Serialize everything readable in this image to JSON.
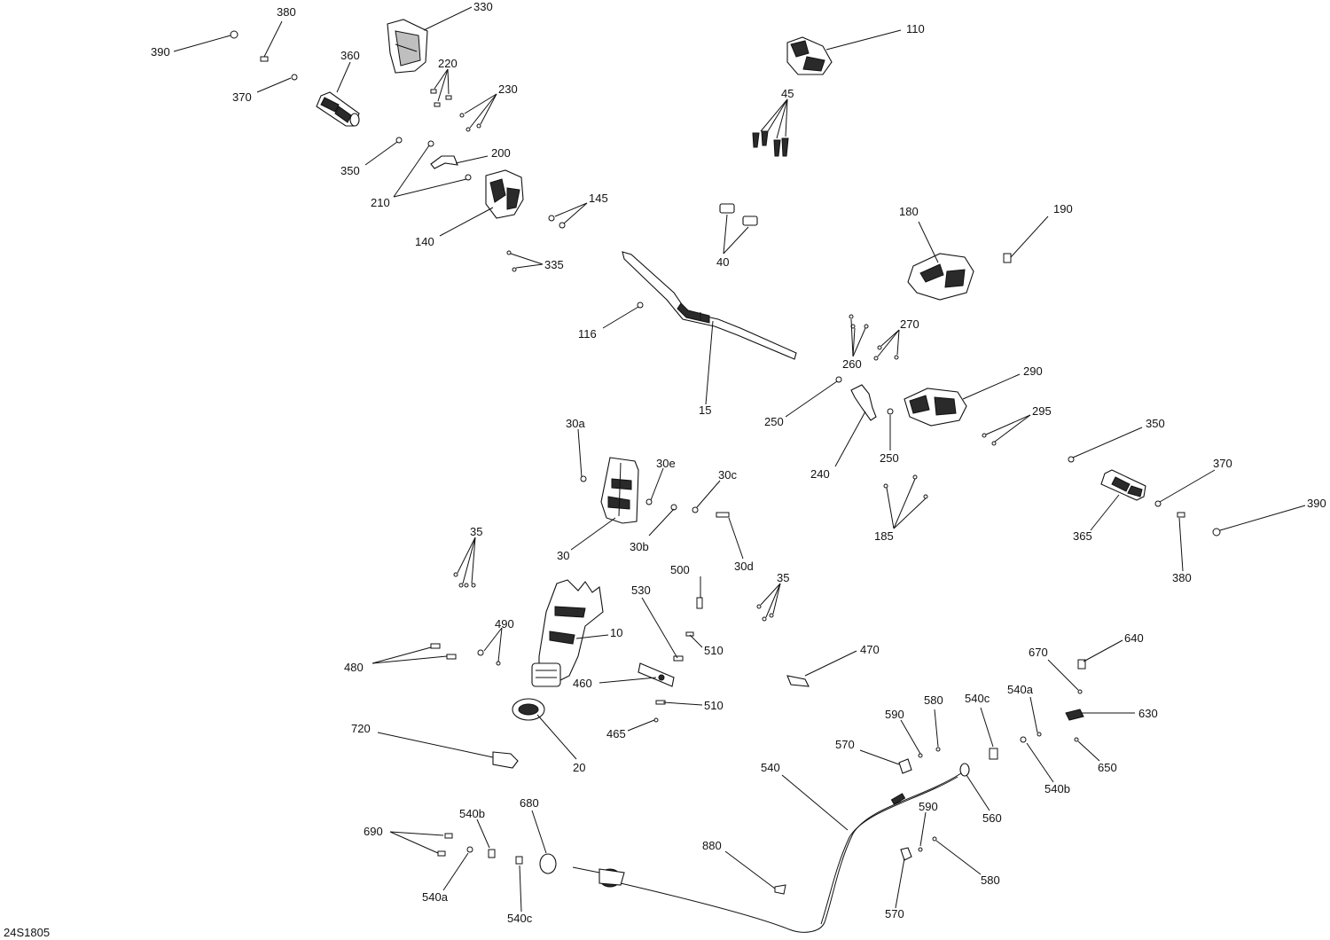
{
  "drawing_code": "24S1805",
  "callouts": [
    {
      "id": "c390a",
      "text": "390"
    },
    {
      "id": "c380a",
      "text": "380"
    },
    {
      "id": "c370a",
      "text": "370"
    },
    {
      "id": "c360",
      "text": "360"
    },
    {
      "id": "c330",
      "text": "330"
    },
    {
      "id": "c220",
      "text": "220"
    },
    {
      "id": "c230",
      "text": "230"
    },
    {
      "id": "c350a",
      "text": "350"
    },
    {
      "id": "c200",
      "text": "200"
    },
    {
      "id": "c210",
      "text": "210"
    },
    {
      "id": "c140",
      "text": "140"
    },
    {
      "id": "c145",
      "text": "145"
    },
    {
      "id": "c335",
      "text": "335"
    },
    {
      "id": "c110",
      "text": "110"
    },
    {
      "id": "c45",
      "text": "45"
    },
    {
      "id": "c40",
      "text": "40"
    },
    {
      "id": "c180",
      "text": "180"
    },
    {
      "id": "c190",
      "text": "190"
    },
    {
      "id": "c116",
      "text": "116"
    },
    {
      "id": "c15",
      "text": "15"
    },
    {
      "id": "c270",
      "text": "270"
    },
    {
      "id": "c260",
      "text": "260"
    },
    {
      "id": "c290",
      "text": "290"
    },
    {
      "id": "c250a",
      "text": "250"
    },
    {
      "id": "c250b",
      "text": "250"
    },
    {
      "id": "c240",
      "text": "240"
    },
    {
      "id": "c295",
      "text": "295"
    },
    {
      "id": "c350b",
      "text": "350"
    },
    {
      "id": "c370b",
      "text": "370"
    },
    {
      "id": "c390b",
      "text": "390"
    },
    {
      "id": "c365",
      "text": "365"
    },
    {
      "id": "c380b",
      "text": "380"
    },
    {
      "id": "c185",
      "text": "185"
    },
    {
      "id": "c30a",
      "text": "30a"
    },
    {
      "id": "c30e",
      "text": "30e"
    },
    {
      "id": "c30c",
      "text": "30c"
    },
    {
      "id": "c30",
      "text": "30"
    },
    {
      "id": "c30b",
      "text": "30b"
    },
    {
      "id": "c30d",
      "text": "30d"
    },
    {
      "id": "c35a",
      "text": "35"
    },
    {
      "id": "c35b",
      "text": "35"
    },
    {
      "id": "c500",
      "text": "500"
    },
    {
      "id": "c530",
      "text": "530"
    },
    {
      "id": "c10",
      "text": "10"
    },
    {
      "id": "c490",
      "text": "490"
    },
    {
      "id": "c480",
      "text": "480"
    },
    {
      "id": "c510a",
      "text": "510"
    },
    {
      "id": "c510b",
      "text": "510"
    },
    {
      "id": "c460",
      "text": "460"
    },
    {
      "id": "c470",
      "text": "470"
    },
    {
      "id": "c465",
      "text": "465"
    },
    {
      "id": "c720",
      "text": "720"
    },
    {
      "id": "c20",
      "text": "20"
    },
    {
      "id": "c640",
      "text": "640"
    },
    {
      "id": "c670",
      "text": "670"
    },
    {
      "id": "c540a1",
      "text": "540a"
    },
    {
      "id": "c630",
      "text": "630"
    },
    {
      "id": "c590a",
      "text": "590"
    },
    {
      "id": "c580a",
      "text": "580"
    },
    {
      "id": "c540c1",
      "text": "540c"
    },
    {
      "id": "c570a",
      "text": "570"
    },
    {
      "id": "c540b1",
      "text": "540b"
    },
    {
      "id": "c650",
      "text": "650"
    },
    {
      "id": "c540",
      "text": "540"
    },
    {
      "id": "c560",
      "text": "560"
    },
    {
      "id": "c590b",
      "text": "590"
    },
    {
      "id": "c580b",
      "text": "580"
    },
    {
      "id": "c570b",
      "text": "570"
    },
    {
      "id": "c880",
      "text": "880"
    },
    {
      "id": "c680",
      "text": "680"
    },
    {
      "id": "c690",
      "text": "690"
    },
    {
      "id": "c540b2",
      "text": "540b"
    },
    {
      "id": "c540a2",
      "text": "540a"
    },
    {
      "id": "c540c2",
      "text": "540c"
    }
  ]
}
